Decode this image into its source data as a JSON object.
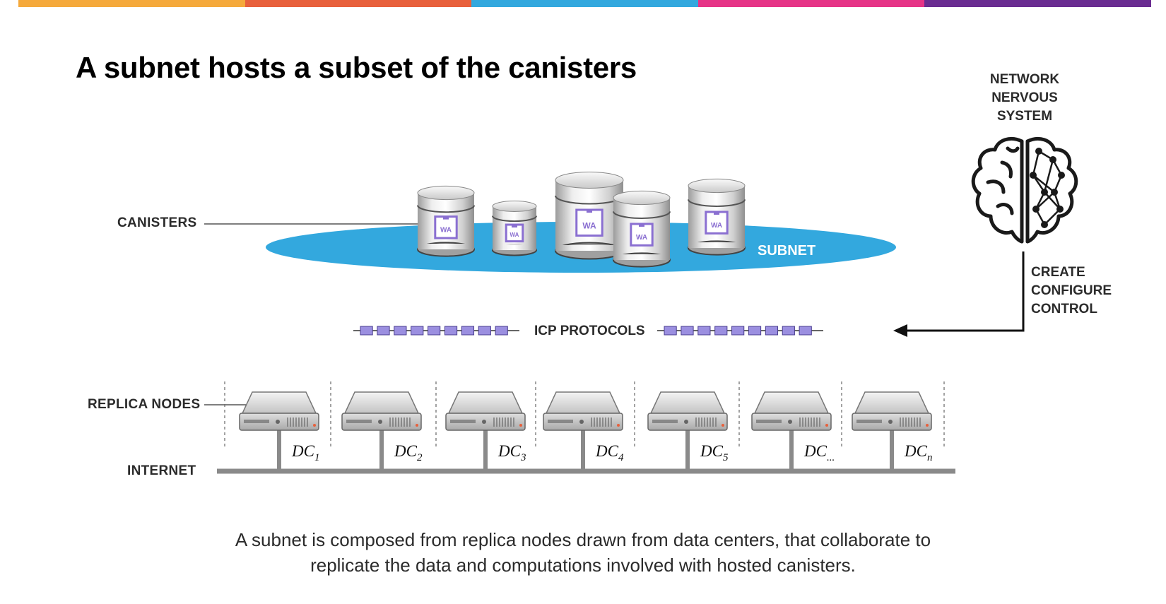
{
  "stripe_colors": [
    "#f5a93b",
    "#e8603c",
    "#33a8de",
    "#e63487",
    "#6a2c91"
  ],
  "title": "A subnet hosts a subset of the canisters",
  "labels": {
    "canisters": "CANISTERS",
    "subnet": "SUBNET",
    "icp_protocols": "ICP PROTOCOLS",
    "replica_nodes": "REPLICA NODES",
    "internet": "INTERNET"
  },
  "nns": {
    "lines": [
      "NETWORK",
      "NERVOUS",
      "SYSTEM"
    ]
  },
  "nns_actions": [
    "CREATE",
    "CONFIGURE",
    "CONTROL"
  ],
  "canister_badge": "WA",
  "data_centers": [
    {
      "base": "DC",
      "sub": "1"
    },
    {
      "base": "DC",
      "sub": "2"
    },
    {
      "base": "DC",
      "sub": "3"
    },
    {
      "base": "DC",
      "sub": "4"
    },
    {
      "base": "DC",
      "sub": "5"
    },
    {
      "base": "DC",
      "sub": "..."
    },
    {
      "base": "DC",
      "sub": "n"
    }
  ],
  "caption": {
    "line1": "A subnet is composed from replica nodes drawn from data centers, that collaborate to",
    "line2": "replicate the data and computations involved with hosted canisters."
  },
  "colors": {
    "subnet": "#33a8de",
    "protocol_block": "#9b8fe0",
    "badge": "#8a6fd1",
    "network_line": "#8a8a8a"
  }
}
